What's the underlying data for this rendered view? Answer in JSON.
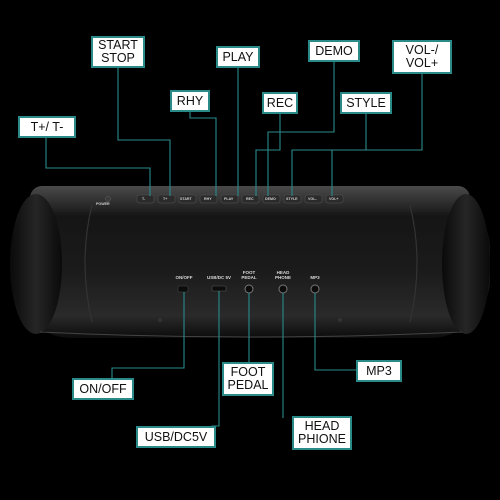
{
  "callouts": {
    "start_stop": "START\nSTOP",
    "play": "PLAY",
    "demo": "DEMO",
    "vol": "VOL-/\nVOL+",
    "rhy": "RHY",
    "rec": "REC",
    "style": "STYLE",
    "tempo": "T+/ T-",
    "on_off": "ON/OFF",
    "usb_dc5v": "USB/DC5V",
    "foot_pedal": "FOOT\nPEDAL",
    "head_phone": "HEAD\nPHIONE",
    "mp3": "MP3"
  },
  "panel_labels": {
    "on_off": "ON/OFF",
    "usb": "USB/DC 5V",
    "foot_pedal": "FOOT\nPEDAL",
    "head_phone": "HEAD\nPHONE",
    "mp3": "MP3"
  },
  "button_labels": {
    "power": "POWER",
    "tempo_down": "T-",
    "tempo_up": "T+",
    "start_stop": "START",
    "rhy": "RHY",
    "play": "PLAY",
    "rec": "REC",
    "demo": "DEMO",
    "style": "STYLE",
    "vol_down": "VOL-",
    "vol_up": "VOL+"
  },
  "colors": {
    "background": "#000000",
    "leader_line": "#2a8a8a",
    "callout_fill": "#ffffff",
    "device_body": "#1a1a1a"
  }
}
